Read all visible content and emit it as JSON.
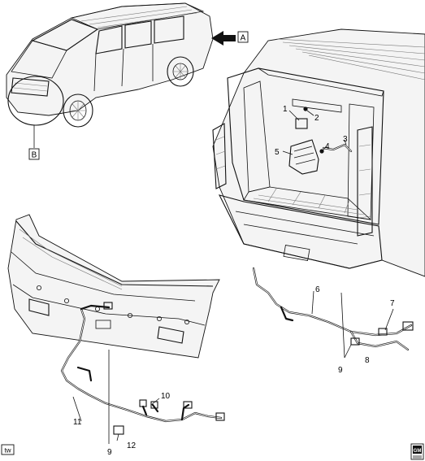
{
  "view_labels": {
    "a": "A",
    "b": "B"
  },
  "callouts": {
    "c1": "1",
    "c2": "2",
    "c3": "3",
    "c4": "4",
    "c5": "5",
    "c6": "6",
    "c7": "7",
    "c8": "8",
    "c9_rear": "9",
    "c9_front": "9",
    "c10": "10",
    "c11": "11",
    "c12": "12"
  },
  "footer": {
    "left_tag": "tw",
    "right_logo": "GM"
  },
  "colors": {
    "line": "#111111",
    "fill": "#f4f4f4",
    "background": "#ffffff"
  }
}
